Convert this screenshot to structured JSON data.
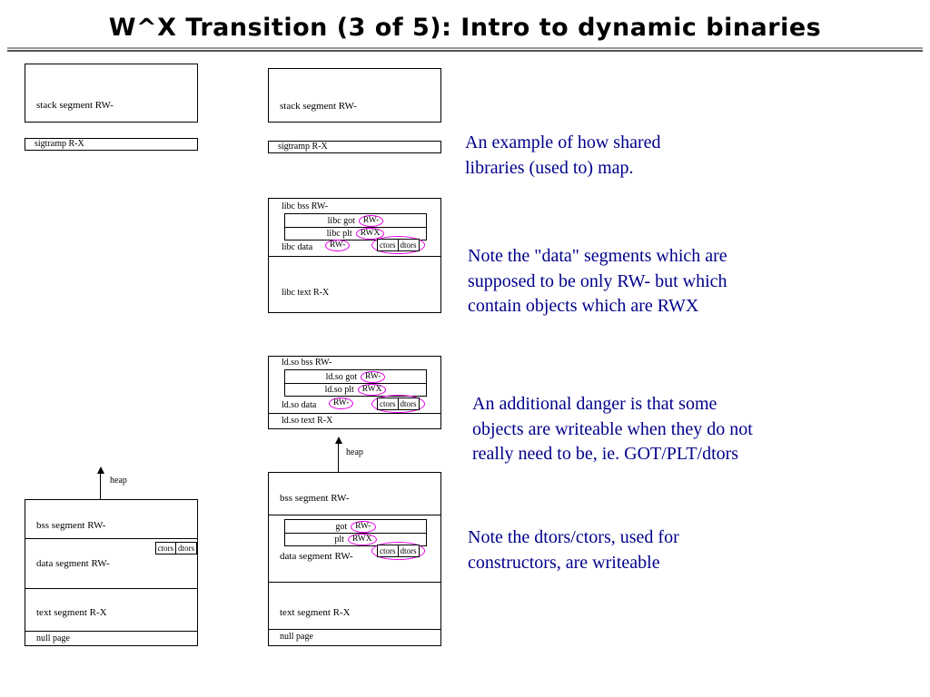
{
  "slide": {
    "title": "W^X Transition (3 of 5): Intro to dynamic binaries"
  },
  "colors": {
    "annotation_text": "#00008B",
    "highlight_ellipse": "#E800E8",
    "box_border": "#000000"
  },
  "labels": {
    "stack_segment": "stack segment RW-",
    "sigtramp": "sigtramp R-X",
    "heap": "heap",
    "bss_segment": "bss segment RW-",
    "data_segment": "data segment RW-",
    "text_segment": "text segment R-X",
    "null_page": "null page",
    "got": "got",
    "got_perm": "RW-",
    "plt": "plt",
    "plt_perm": "RWX",
    "ctors": "ctors",
    "dtors": "dtors",
    "libc_bss": "libc bss RW-",
    "libc_got": "libc got",
    "libc_got_perm": "RW-",
    "libc_plt": "libc plt",
    "libc_plt_perm": "RWX",
    "libc_data": "libc data",
    "libc_data_perm": "RW-",
    "libc_text": "libc text R-X",
    "ldso_bss": "ld.so bss RW-",
    "ldso_got": "ld.so got",
    "ldso_got_perm": "RW-",
    "ldso_plt": "ld.so plt",
    "ldso_plt_perm": "RWX",
    "ldso_data": "ld.so data",
    "ldso_data_perm": "RW-",
    "ldso_text": "ld.so text R-X"
  },
  "annotations": {
    "shared_libraries": "An example of how shared libraries (used to) map.",
    "data_segments": "Note the \"data\" segments which are supposed to be only RW- but which contain objects which are RWX",
    "writeable_objects": "An additional danger is that some objects are writeable when they do not really need to be, ie. GOT/PLT/dtors",
    "dtors_ctors": "Note the dtors/ctors, used for constructors, are writeable"
  }
}
